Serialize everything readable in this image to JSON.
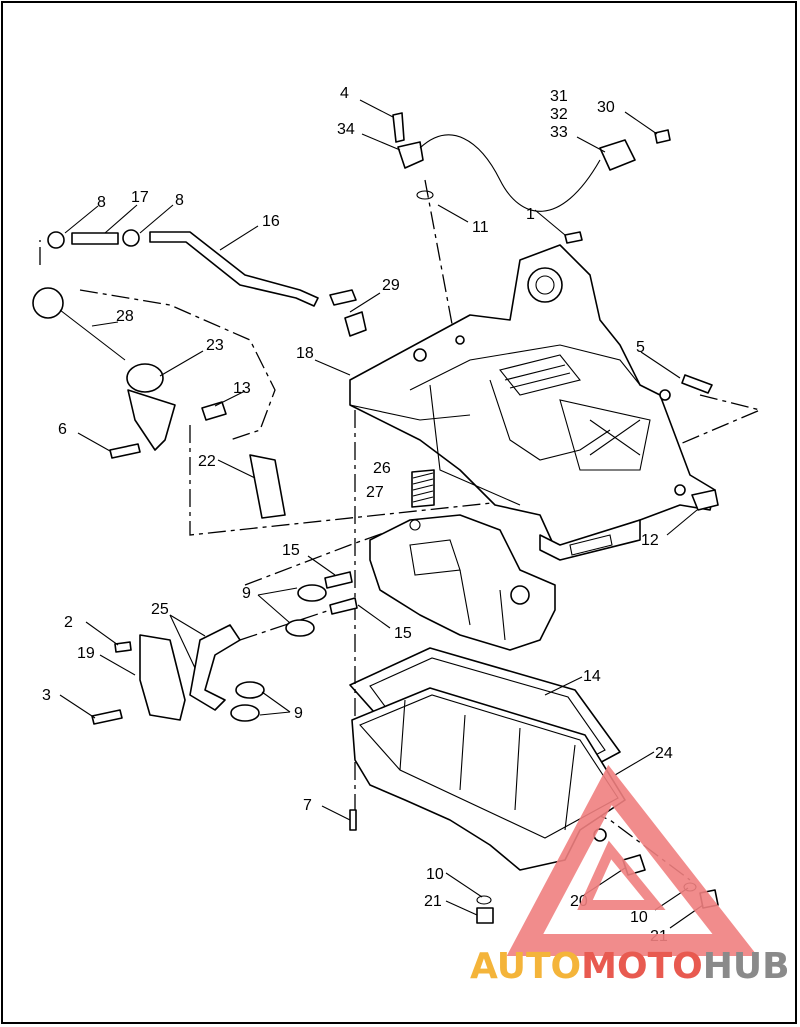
{
  "callouts": [
    {
      "id": "c1",
      "text": "1"
    },
    {
      "id": "c2",
      "text": "2"
    },
    {
      "id": "c3",
      "text": "3"
    },
    {
      "id": "c4",
      "text": "4"
    },
    {
      "id": "c5",
      "text": "5"
    },
    {
      "id": "c6",
      "text": "6"
    },
    {
      "id": "c7",
      "text": "7"
    },
    {
      "id": "c8a",
      "text": "8"
    },
    {
      "id": "c8b",
      "text": "8"
    },
    {
      "id": "c9a",
      "text": "9"
    },
    {
      "id": "c9b",
      "text": "9"
    },
    {
      "id": "c10a",
      "text": "10"
    },
    {
      "id": "c10b",
      "text": "10"
    },
    {
      "id": "c11",
      "text": "11"
    },
    {
      "id": "c12",
      "text": "12"
    },
    {
      "id": "c13",
      "text": "13"
    },
    {
      "id": "c14",
      "text": "14"
    },
    {
      "id": "c15a",
      "text": "15"
    },
    {
      "id": "c15b",
      "text": "15"
    },
    {
      "id": "c16",
      "text": "16"
    },
    {
      "id": "c17",
      "text": "17"
    },
    {
      "id": "c18",
      "text": "18"
    },
    {
      "id": "c19",
      "text": "19"
    },
    {
      "id": "c20",
      "text": "20"
    },
    {
      "id": "c21a",
      "text": "21"
    },
    {
      "id": "c21b",
      "text": "21"
    },
    {
      "id": "c22",
      "text": "22"
    },
    {
      "id": "c23",
      "text": "23"
    },
    {
      "id": "c24",
      "text": "24"
    },
    {
      "id": "c25",
      "text": "25"
    },
    {
      "id": "c26",
      "text": "26"
    },
    {
      "id": "c27",
      "text": "27"
    },
    {
      "id": "c28",
      "text": "28"
    },
    {
      "id": "c29",
      "text": "29"
    },
    {
      "id": "c30",
      "text": "30"
    },
    {
      "id": "c31",
      "text": "31"
    },
    {
      "id": "c32",
      "text": "32"
    },
    {
      "id": "c33",
      "text": "33"
    },
    {
      "id": "c34",
      "text": "34"
    }
  ],
  "watermark": {
    "part1": "AUTO",
    "part2": "MOTO",
    "part3": "HUB",
    "color_orange": "#f4b43a",
    "color_red": "#e85a50",
    "color_gray": "#8a8a8a",
    "triangle_color": "#f08080"
  }
}
